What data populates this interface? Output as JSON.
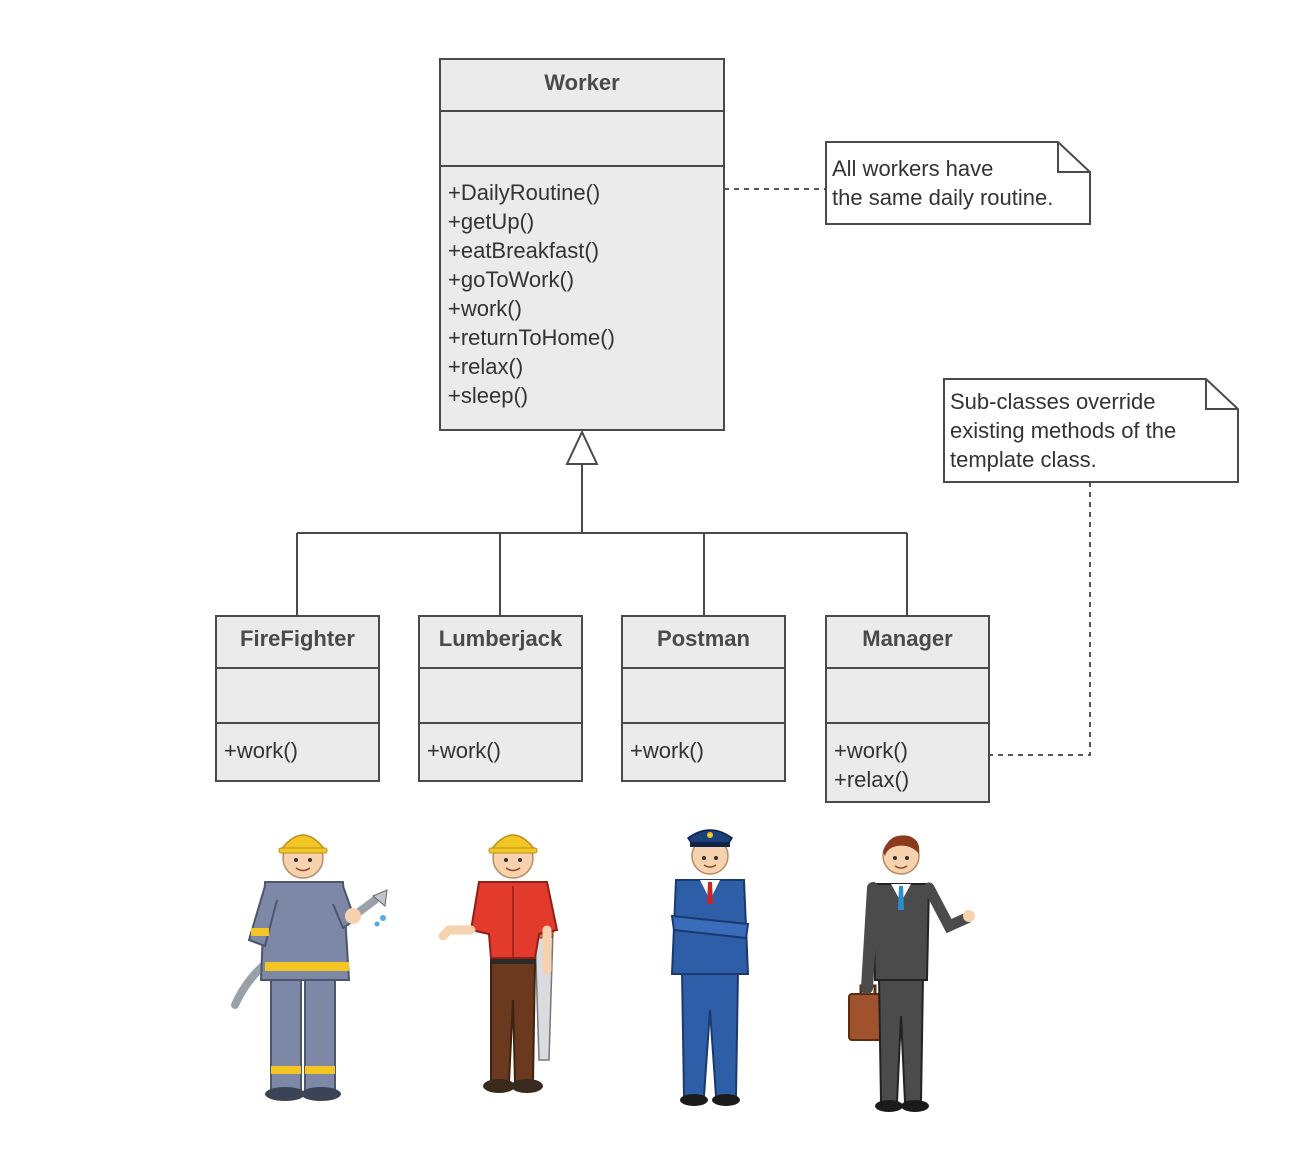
{
  "worker": {
    "name": "Worker",
    "methods": [
      "+DailyRoutine()",
      "+getUp()",
      "+eatBreakfast()",
      "+goToWork()",
      "+work()",
      "+returnToHome()",
      "+relax()",
      "+sleep()"
    ]
  },
  "subclasses": [
    {
      "name": "FireFighter",
      "methods": [
        "+work()"
      ]
    },
    {
      "name": "Lumberjack",
      "methods": [
        "+work()"
      ]
    },
    {
      "name": "Postman",
      "methods": [
        "+work()"
      ]
    },
    {
      "name": "Manager",
      "methods": [
        "+work()",
        "+relax()"
      ]
    }
  ],
  "notes": {
    "routine": [
      "All workers have",
      "the same daily routine."
    ],
    "override": [
      "Sub-classes override",
      "existing methods of the",
      "template class."
    ]
  },
  "colors": {
    "class_fill": "#ebebeb",
    "border": "#4a4a4a",
    "text": "#333333",
    "helmet": "#f3c623",
    "firefighter_suit": "#7c88a6",
    "lumberjack_shirt": "#e23b2e",
    "lumberjack_pants": "#6b3a1e",
    "postman_suit": "#2f5ea8",
    "manager_suit": "#4b4b4b",
    "briefcase": "#a0522d"
  },
  "figures": [
    "firefighter",
    "lumberjack",
    "postman",
    "manager"
  ]
}
